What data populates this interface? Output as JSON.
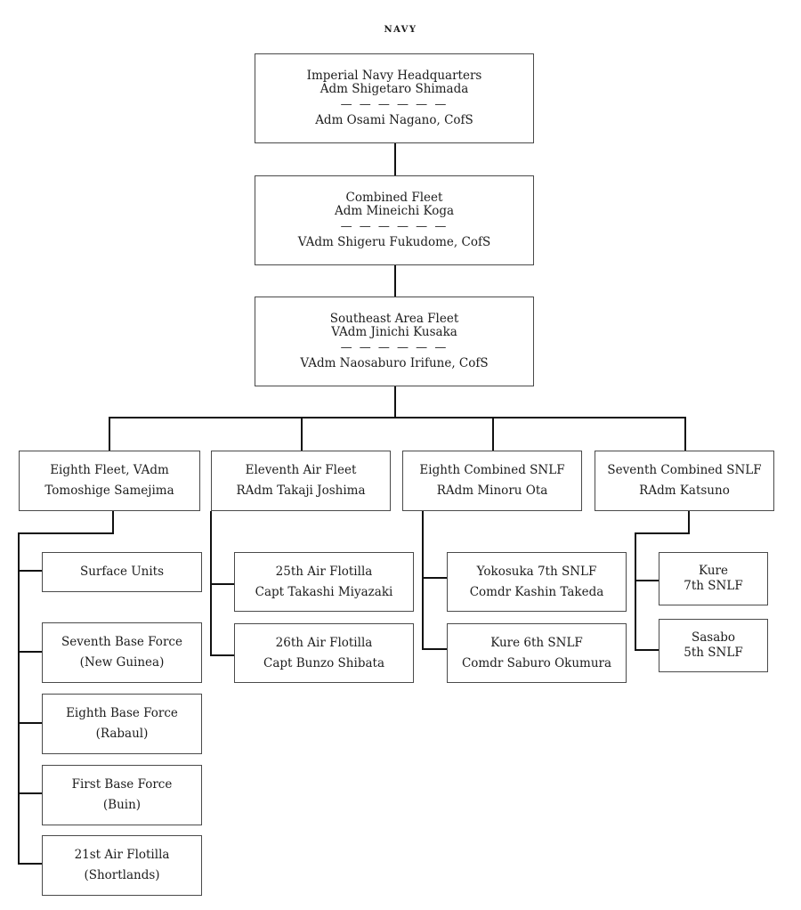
{
  "title": "NAVY",
  "dash": "— — — — — —",
  "hq": {
    "name": "Imperial Navy Headquarters",
    "commander": "Adm Shigetaro Shimada",
    "chief_of_staff": "Adm Osami Nagano, CofS"
  },
  "combined_fleet": {
    "name": "Combined Fleet",
    "commander": "Adm Mineichi Koga",
    "chief_of_staff": "VAdm Shigeru Fukudome, CofS"
  },
  "southeast_fleet": {
    "name": "Southeast Area Fleet",
    "commander": "VAdm Jinichi Kusaka",
    "chief_of_staff": "VAdm Naosaburo Irifune, CofS"
  },
  "eighth_fleet": {
    "line1": "Eighth Fleet, VAdm",
    "line2": "Tomoshige Samejima",
    "units": [
      {
        "line1": "Surface Units",
        "line2": ""
      },
      {
        "line1": "Seventh Base Force",
        "line2": "(New Guinea)"
      },
      {
        "line1": "Eighth Base Force",
        "line2": "(Rabaul)"
      },
      {
        "line1": "First Base Force",
        "line2": "(Buin)"
      },
      {
        "line1": "21st Air Flotilla",
        "line2": "(Shortlands)"
      }
    ]
  },
  "eleventh_air_fleet": {
    "line1": "Eleventh Air Fleet",
    "line2": "RAdm Takaji Joshima",
    "units": [
      {
        "line1": "25th Air Flotilla",
        "line2": "Capt Takashi Miyazaki"
      },
      {
        "line1": "26th Air Flotilla",
        "line2": "Capt Bunzo Shibata"
      }
    ]
  },
  "eighth_snlf": {
    "line1": "Eighth Combined SNLF",
    "line2": "RAdm Minoru Ota",
    "units": [
      {
        "line1": "Yokosuka 7th SNLF",
        "line2": "Comdr Kashin Takeda"
      },
      {
        "line1": "Kure 6th SNLF",
        "line2": "Comdr Saburo Okumura"
      }
    ]
  },
  "seventh_snlf": {
    "line1": "Seventh Combined SNLF",
    "line2": "RAdm Katsuno",
    "units": [
      {
        "line1": "Kure",
        "line2": "7th SNLF"
      },
      {
        "line1": "Sasabo",
        "line2": "5th SNLF"
      }
    ]
  }
}
